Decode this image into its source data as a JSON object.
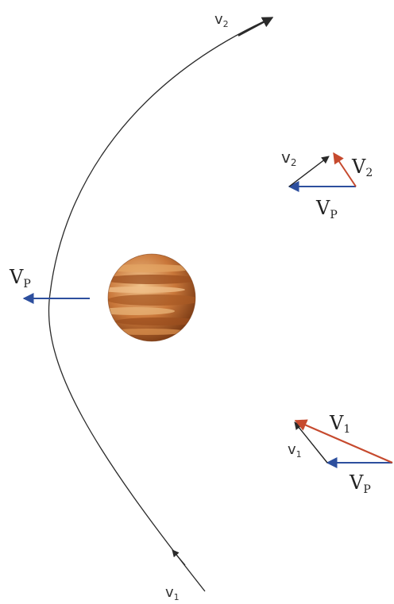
{
  "colors": {
    "trajectory": "#2a2a2a",
    "planet_velocity": "#2d4f9e",
    "spacecraft_velocity_planet_frame": "#222222",
    "spacecraft_velocity_sun_frame": "#c64a2e",
    "planet_base": "#c9773a",
    "planet_band_dark": "#9c4f1f",
    "planet_band_light": "#e3a463"
  },
  "icons": {
    "planet": "jupiter-icon"
  },
  "labels": {
    "v1_trajectory": {
      "main": "v",
      "sub": "1"
    },
    "v2_trajectory": {
      "main": "v",
      "sub": "2"
    },
    "vp_planet": {
      "main": "V",
      "sub": "P"
    },
    "upper_triangle": {
      "v2_small": {
        "main": "v",
        "sub": "2"
      },
      "v2_big": {
        "main": "V",
        "sub": "2"
      },
      "vp": {
        "main": "V",
        "sub": "P"
      }
    },
    "lower_triangle": {
      "v1_small": {
        "main": "v",
        "sub": "1"
      },
      "v1_big": {
        "main": "V",
        "sub": "1"
      },
      "vp": {
        "main": "V",
        "sub": "P"
      }
    }
  }
}
